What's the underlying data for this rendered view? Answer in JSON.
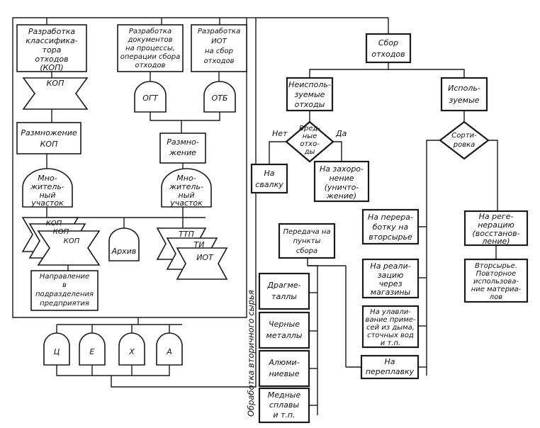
{
  "left": {
    "kop_dev": [
      "Разработка",
      "классифика-",
      "тора",
      "отходов",
      "(КОП)"
    ],
    "kop": "КОП",
    "kop_copy": [
      "Размножение",
      "КОП"
    ],
    "copy_site_a": [
      "Мно-",
      "житель-",
      "ный",
      "участок"
    ],
    "kop_stack": [
      "КОП",
      "КОП",
      "КОП"
    ],
    "archive": "Архив",
    "direction": [
      "Направление",
      "в",
      "подразделения",
      "предприятия"
    ],
    "docs_dev": [
      "Разработка",
      "документов",
      "на процессы,",
      "операции сбора",
      "отходов"
    ],
    "iot_dev": [
      "Разработка",
      "ИОТ",
      "на сбор",
      "отходов"
    ],
    "ogt": "ОГТ",
    "otb": "ОТБ",
    "copying": [
      "Размно-",
      "жение"
    ],
    "copy_site_b": [
      "Мно-",
      "житель-",
      "ный",
      "участок"
    ],
    "ttp": "ТТП",
    "ti": "ТИ",
    "iot": "ИОТ",
    "depts": [
      "Ц",
      "Е",
      "Х",
      "А"
    ]
  },
  "right": {
    "vertical_label": "Обработка вторичного сырья",
    "collect": [
      "Сбор",
      "отходов"
    ],
    "unused": [
      "Неисполь-",
      "зуемые",
      "отходы"
    ],
    "used": [
      "Исполь-",
      "зуемые"
    ],
    "harmful": [
      "Вред-",
      "ные",
      "отхо-",
      "ды"
    ],
    "no": "Нет",
    "yes": "Да",
    "dump": [
      "На",
      "свалку"
    ],
    "burial": [
      "На захоро-",
      "нение",
      "(уничто-",
      "жение)"
    ],
    "sorting": [
      "Сорти-",
      "ровка"
    ],
    "transfer": [
      "Передача на",
      "пункты",
      "сбора"
    ],
    "precious": [
      "Драгме-",
      "таллы"
    ],
    "ferrous": [
      "Черные",
      "металлы"
    ],
    "aluminum": [
      "Алюми-",
      "ниевые"
    ],
    "copper": [
      "Медные",
      "сплавы",
      "и т.п."
    ],
    "recycle": [
      "На перера-",
      "ботку на",
      "вторсырье"
    ],
    "sale": [
      "На реали-",
      "зацию",
      "через",
      "магазины"
    ],
    "capture": [
      "На улавли-",
      "вание приме-",
      "сей из дыма,",
      "сточных вод",
      "и т.п."
    ],
    "remelt": "На",
    "remelt2": "переплавку",
    "regen": [
      "На реге-",
      "нерацию",
      "(восстанов-",
      "ление)"
    ],
    "secondary": [
      "Вторсырье.",
      "Повторное",
      "использова-",
      "ние материа-",
      "лов"
    ]
  }
}
